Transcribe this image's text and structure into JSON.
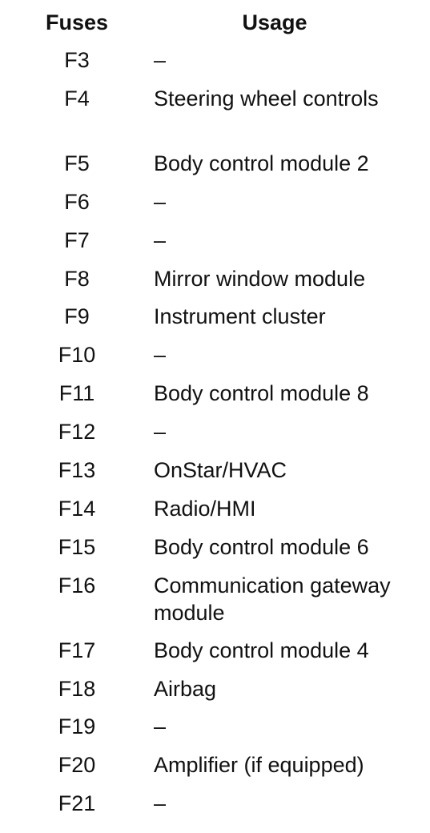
{
  "table": {
    "headers": {
      "fuses": "Fuses",
      "usage": "Usage"
    },
    "rows": [
      {
        "fuse": "F3",
        "usage": "–"
      },
      {
        "fuse": "F4",
        "usage": "Steering wheel controls"
      },
      {
        "fuse": "F5",
        "usage": "Body control module 2"
      },
      {
        "fuse": "F6",
        "usage": "–"
      },
      {
        "fuse": "F7",
        "usage": "–"
      },
      {
        "fuse": "F8",
        "usage": "Mirror window module"
      },
      {
        "fuse": "F9",
        "usage": "Instrument cluster"
      },
      {
        "fuse": "F10",
        "usage": "–"
      },
      {
        "fuse": "F11",
        "usage": "Body control module 8"
      },
      {
        "fuse": "F12",
        "usage": "–"
      },
      {
        "fuse": "F13",
        "usage": "OnStar/HVAC"
      },
      {
        "fuse": "F14",
        "usage": "Radio/HMI"
      },
      {
        "fuse": "F15",
        "usage": "Body control module 6"
      },
      {
        "fuse": "F16",
        "usage": "Communication gateway module"
      },
      {
        "fuse": "F17",
        "usage": "Body control module 4"
      },
      {
        "fuse": "F18",
        "usage": "Airbag"
      },
      {
        "fuse": "F19",
        "usage": "–"
      },
      {
        "fuse": "F20",
        "usage": "Amplifier (if equipped)"
      },
      {
        "fuse": "F21",
        "usage": "–"
      }
    ]
  }
}
